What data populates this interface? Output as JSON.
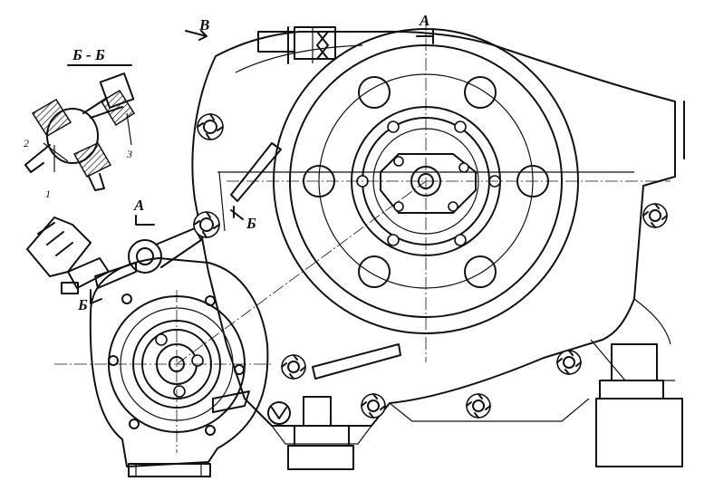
{
  "labels": {
    "section_title": "Б - Б",
    "view_b": "В",
    "section_a_top": "А",
    "section_a_left": "А",
    "section_b_right": "Б",
    "section_b_left": "Б",
    "part_1": "1",
    "part_2": "2",
    "part_3": "3"
  }
}
